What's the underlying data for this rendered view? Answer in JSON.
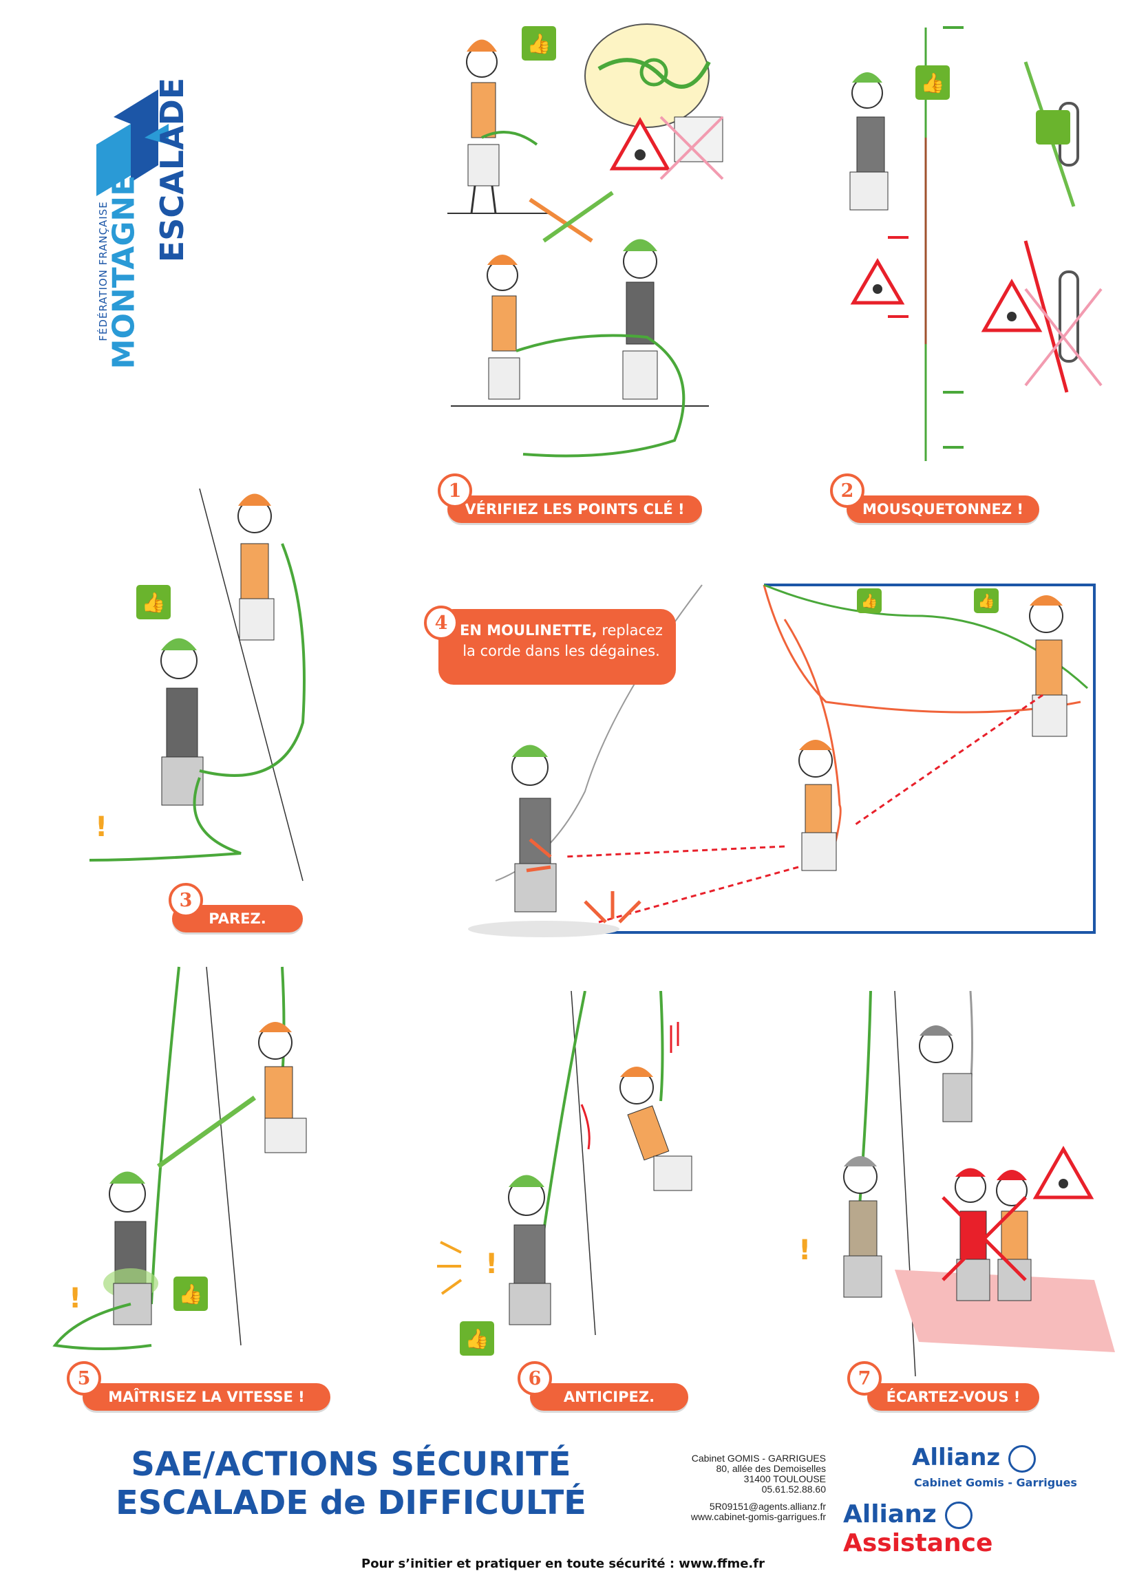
{
  "logo": {
    "org_line": "FÉDÉRATION FRANÇAISE",
    "word1": "MONTAGNE",
    "word2": "ESCALADE",
    "color_dark": "#1c56a7",
    "color_light": "#2a9ad6"
  },
  "steps": [
    {
      "number": "1",
      "label": "VÉRIFIEZ LES POINTS CLÉ !"
    },
    {
      "number": "2",
      "label": "MOUSQUETONNEZ !"
    },
    {
      "number": "3",
      "label": "PAREZ."
    },
    {
      "number": "4",
      "note_line1_bold": "EN MOULINETTE,",
      "note_line1_rest": " replacez",
      "note_line2": "la corde dans les dégaines."
    },
    {
      "number": "5",
      "label": "MAÎTRISEZ LA VITESSE !"
    },
    {
      "number": "6",
      "label": "ANTICIPEZ."
    },
    {
      "number": "7",
      "label": "ÉCARTEZ-VOUS !"
    }
  ],
  "title": {
    "line1": "SAE/ACTIONS SÉCURITÉ",
    "line2": "ESCALADE de DIFFICULTÉ"
  },
  "address": {
    "line1": "Cabinet GOMIS - GARRIGUES",
    "line2": "80, allée des Demoiselles",
    "line3": "31400 TOULOUSE",
    "line4": "05.61.52.88.60",
    "line5": "5R09151@agents.allianz.fr",
    "line6": "www.cabinet-gomis-garrigues.fr"
  },
  "allianz": {
    "brand": "Allianz",
    "cabinet": "Cabinet Gomis - Garrigues",
    "assistance": "Assistance"
  },
  "footer": "Pour s’initier et pratiquer en toute sécurité : www.ffme.fr",
  "colors": {
    "accent_orange": "#f0633a",
    "rope_green": "#4aa83a",
    "thumb_green": "#6ab42d",
    "danger_red": "#e8202a",
    "brand_blue": "#1c56a7"
  }
}
